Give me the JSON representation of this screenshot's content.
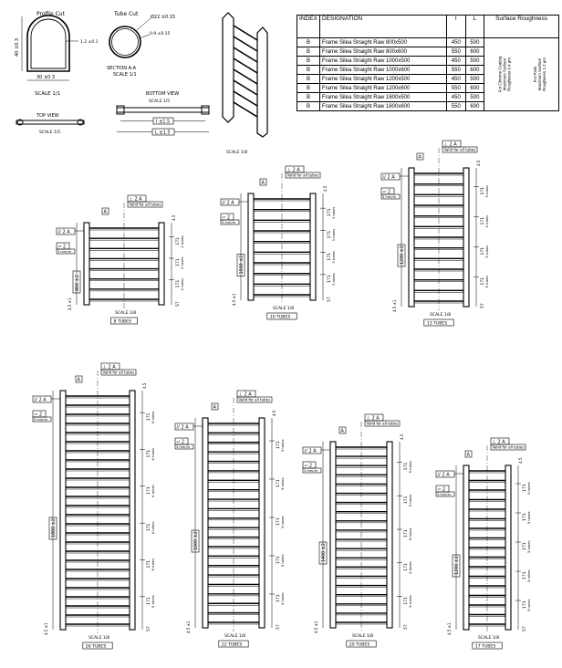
{
  "table": {
    "headers": [
      "INDEX",
      "DESIGNATION",
      "I",
      "L",
      "Surface Roughness"
    ],
    "rows": [
      {
        "index": "B",
        "designation": "Frame Silea Straight Raw 800x500",
        "i": "450",
        "l": "500"
      },
      {
        "index": "B",
        "designation": "Frame Silea Straight Raw 800x600",
        "i": "550",
        "l": "600"
      },
      {
        "index": "B",
        "designation": "Frame Silea Straight Raw 1000x500",
        "i": "450",
        "l": "500"
      },
      {
        "index": "B",
        "designation": "Frame Silea Straight Raw 1000x600",
        "i": "550",
        "l": "600"
      },
      {
        "index": "B",
        "designation": "Frame Silea Straight Raw 1200x500",
        "i": "450",
        "l": "500"
      },
      {
        "index": "B",
        "designation": "Frame Silea Straight Raw 1200x600",
        "i": "550",
        "l": "600"
      },
      {
        "index": "B",
        "designation": "Frame Silea Straight Raw 1600x500",
        "i": "450",
        "l": "500"
      },
      {
        "index": "B",
        "designation": "Frame Silea Straight Raw 1600x600",
        "i": "550",
        "l": "600"
      }
    ],
    "roughness_chrome": [
      "For Chrome Coating",
      "Maximum Surface",
      "Roughness 0.4 μm"
    ],
    "roughness_paint": [
      "For Paint",
      "Maximum Surface",
      "Roughness 1.2 μm"
    ]
  },
  "profile_cut": {
    "title": "Profile Cut",
    "height_dim": "40 ±0.3",
    "width_dim": "30 ±0.3",
    "wall_dim": "1.2 ±0.1",
    "scale": "SCALE 1/1"
  },
  "tube_cut": {
    "title": "Tube Cut",
    "diameter_dim": "Ø22 ±0.15",
    "wall_dim": "0.9 ±0.15",
    "section": "SECTION A-A",
    "scale": "SCALE 1/1"
  },
  "top_view": {
    "title": "TOP VIEW",
    "scale": "SCALE 1/5"
  },
  "bottom_view": {
    "title": "BOTTOM VIEW",
    "scale": "SCALE 1/5",
    "dim_i": "I ±1.5",
    "dim_l": "L ±1.5"
  },
  "iso_view": {
    "scale": "SCALE 1/8"
  },
  "common": {
    "datum": "A",
    "parallel_tol": "// 2 A",
    "perp_tol": "⊥ 2 A",
    "valid_note": "Valid for all tubes",
    "flat_tol": "▱ 2",
    "flat_note": "3 mm/m",
    "scale": "SCALE 1/8",
    "end_dim": "4.5 ±1",
    "side_dim": "57",
    "pitch_dim": "171",
    "top_dim": "4.5"
  },
  "frames": [
    {
      "height": "800 ±2",
      "label": "8 TUBES",
      "group": "2 tubes"
    },
    {
      "height": "1000 ±2",
      "label": "10 TUBES",
      "group": "3 tubes"
    },
    {
      "height": "1200 ±2",
      "label": "13 TUBES",
      "group": "5 tubes"
    },
    {
      "height": "1800 ±2",
      "label": "26 TUBES",
      "group": "6 tubes"
    },
    {
      "height": "1600 ±2",
      "label": "22 TUBES",
      "group": "5 tubes"
    },
    {
      "height": "1400 ±2",
      "label": "20 TUBES",
      "group": "6 tubes"
    },
    {
      "height": "1200 ±2",
      "label": "17 TUBES",
      "group": "5 tubes"
    }
  ]
}
